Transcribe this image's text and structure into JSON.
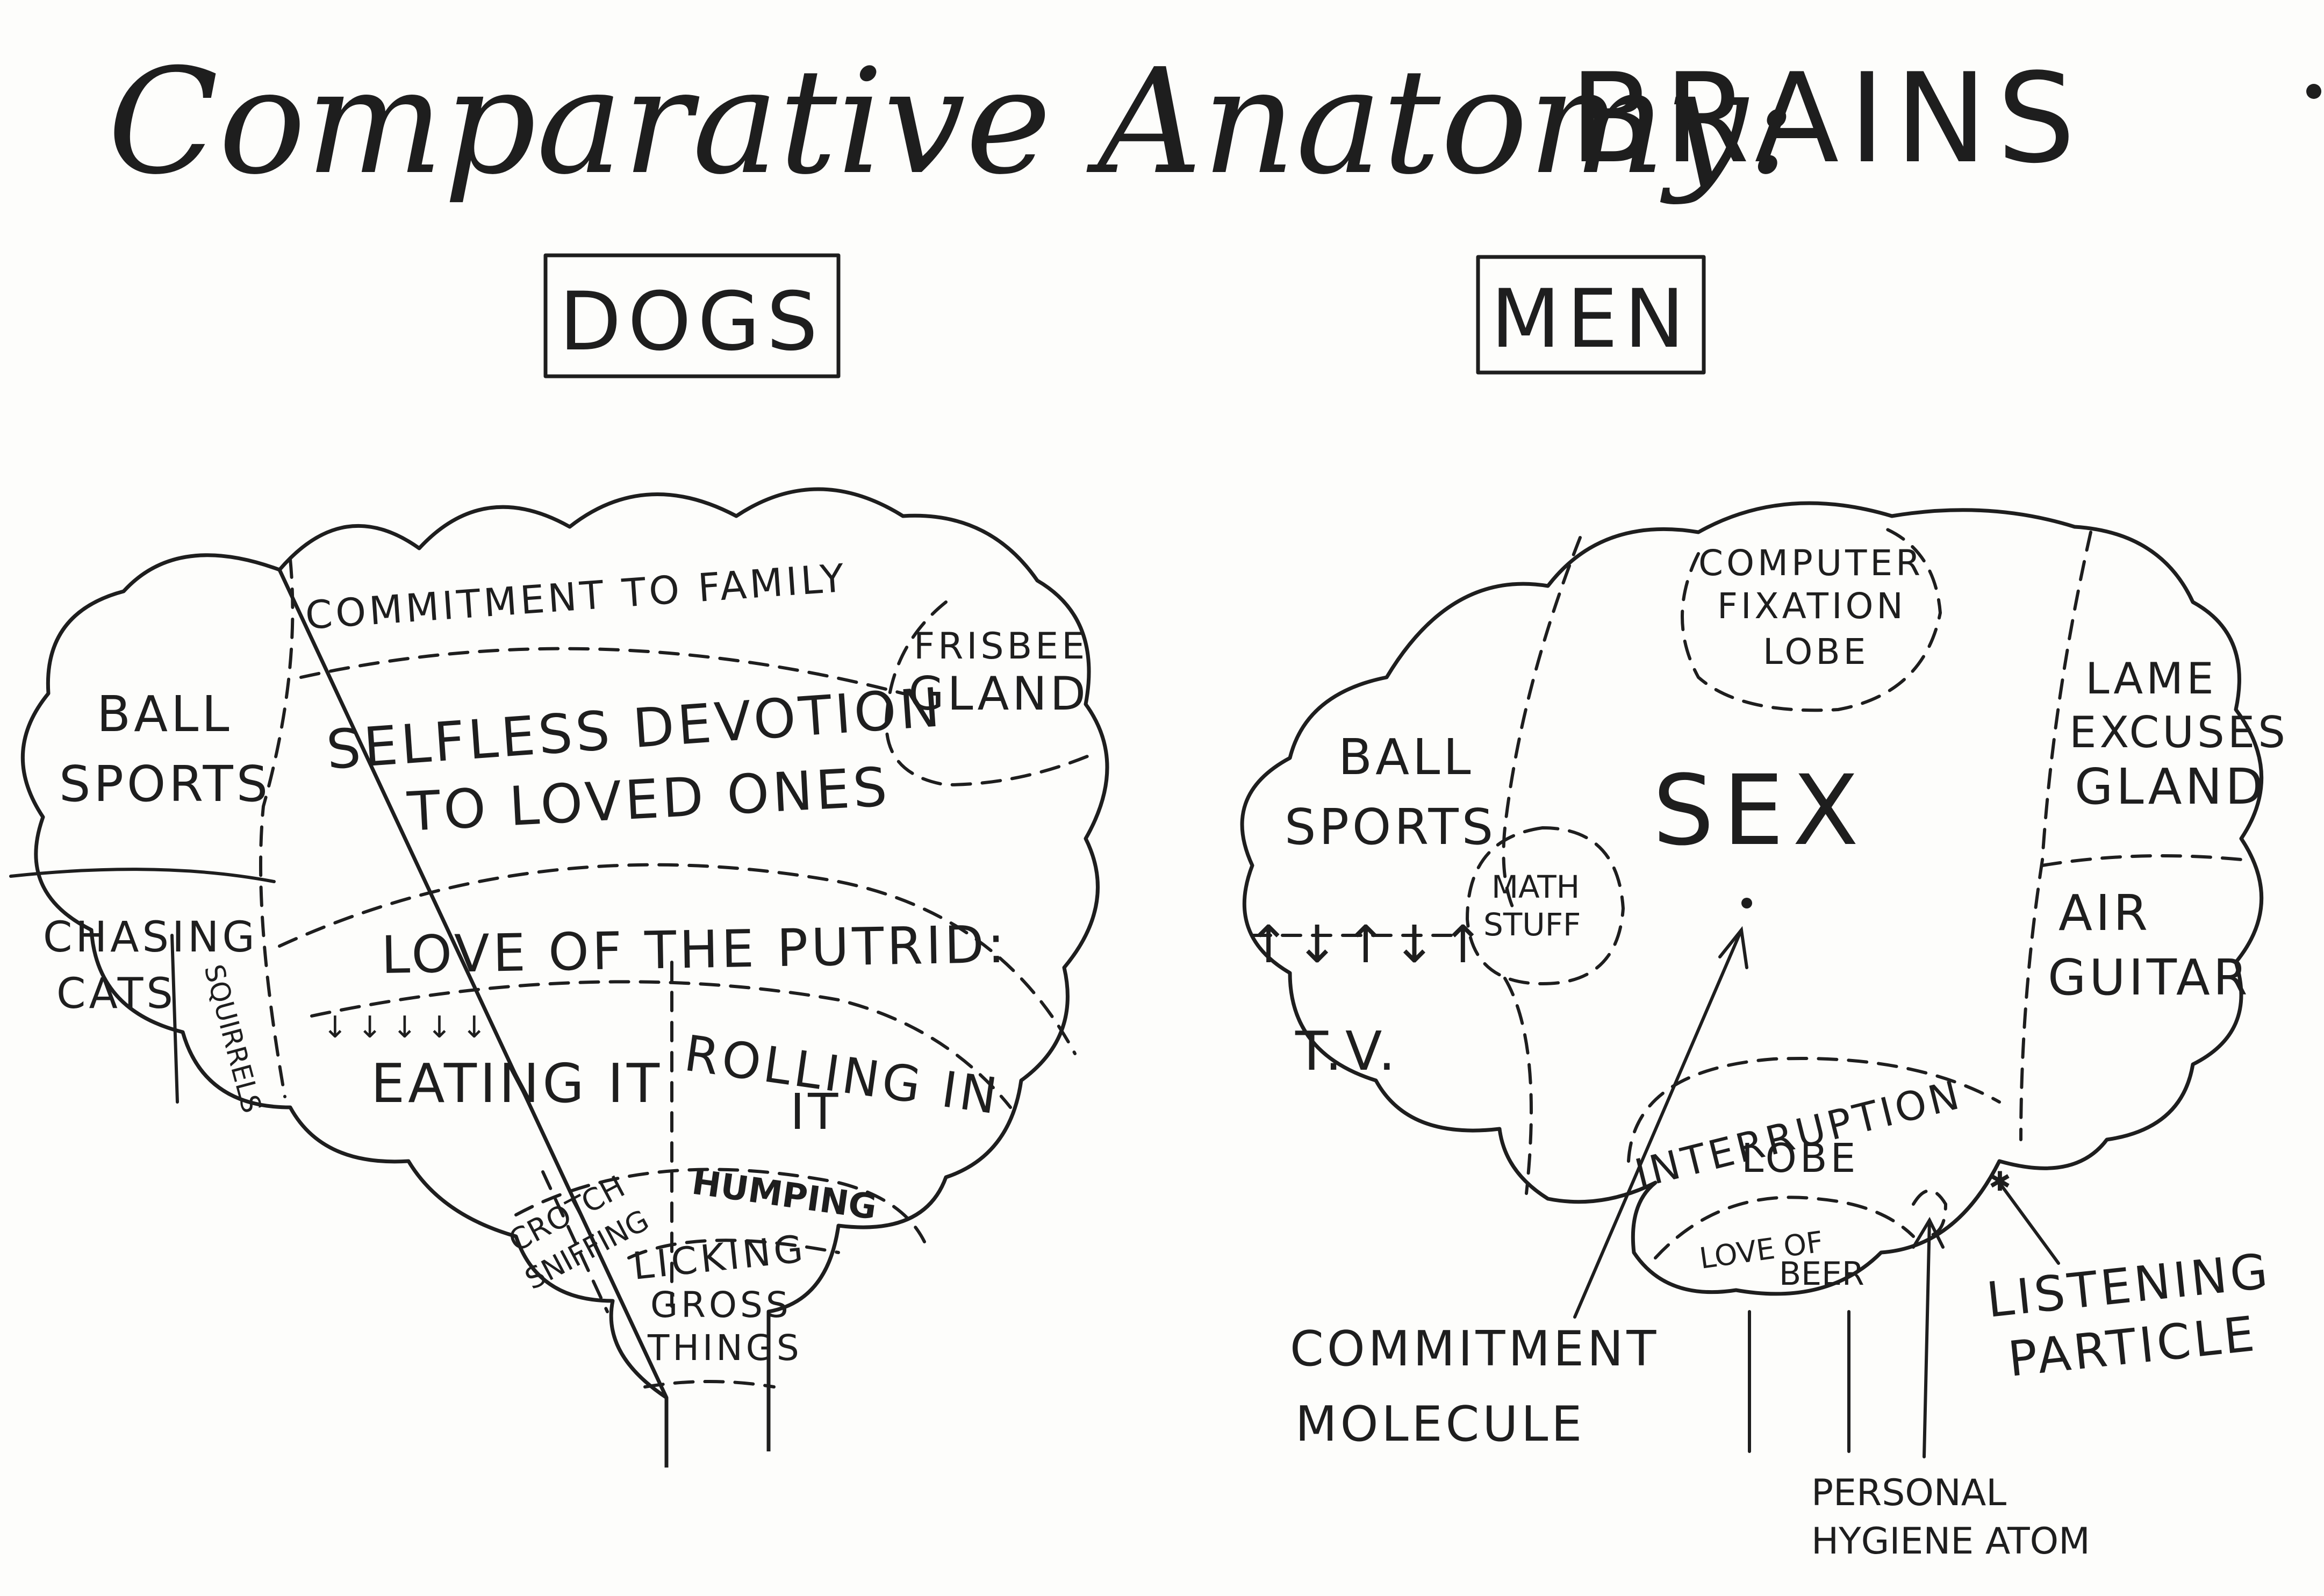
{
  "title": {
    "script": "Comparative Anatomy:",
    "caps": "BRAINS"
  },
  "dogs": {
    "heading": "DOGS",
    "regions": {
      "commitment": "COMMITMENT TO FAMILY",
      "frisbee_1": "FRISBEE",
      "frisbee_2": "GLAND",
      "ball_1": "BALL",
      "ball_2": "SPORTS",
      "selfless_1": "SELFLESS DEVOTION",
      "selfless_2": "TO LOVED ONES",
      "chasing_1": "CHASING",
      "chasing_2": "CATS",
      "squirrels": "SQUIRRELS",
      "putrid": "LOVE OF THE PUTRID:",
      "eating": "EATING IT",
      "rolling_1": "ROLLING IN",
      "rolling_2": "IT",
      "humping": "HUMPING",
      "crotch_1": "CROTCH",
      "crotch_2": "SNIFFING",
      "licking_1": "LICKING",
      "licking_2": "GROSS",
      "licking_3": "THINGS"
    }
  },
  "men": {
    "heading": "MEN",
    "regions": {
      "computer_1": "COMPUTER",
      "computer_2": "FIXATION",
      "computer_3": "LOBE",
      "ball_1": "BALL",
      "ball_2": "SPORTS",
      "math_1": "MATH",
      "math_2": "STUFF",
      "arrows": "↑↓↑↓↑",
      "tv": "T.V.",
      "sex": "SEX",
      "lame_1": "LAME",
      "lame_2": "EXCUSES",
      "lame_3": "GLAND",
      "air_1": "AIR",
      "air_2": "GUITAR",
      "interruption_1": "INTERRUPTION",
      "interruption_2": "LOBE",
      "beer_1": "LOVE OF",
      "beer_2": "BEER"
    },
    "callouts": {
      "commitment_1": "COMMITMENT",
      "commitment_2": "MOLECULE",
      "listening_1": "LISTENING",
      "listening_2": "PARTICLE",
      "hygiene_1": "PERSONAL",
      "hygiene_2": "HYGIENE ATOM"
    }
  }
}
